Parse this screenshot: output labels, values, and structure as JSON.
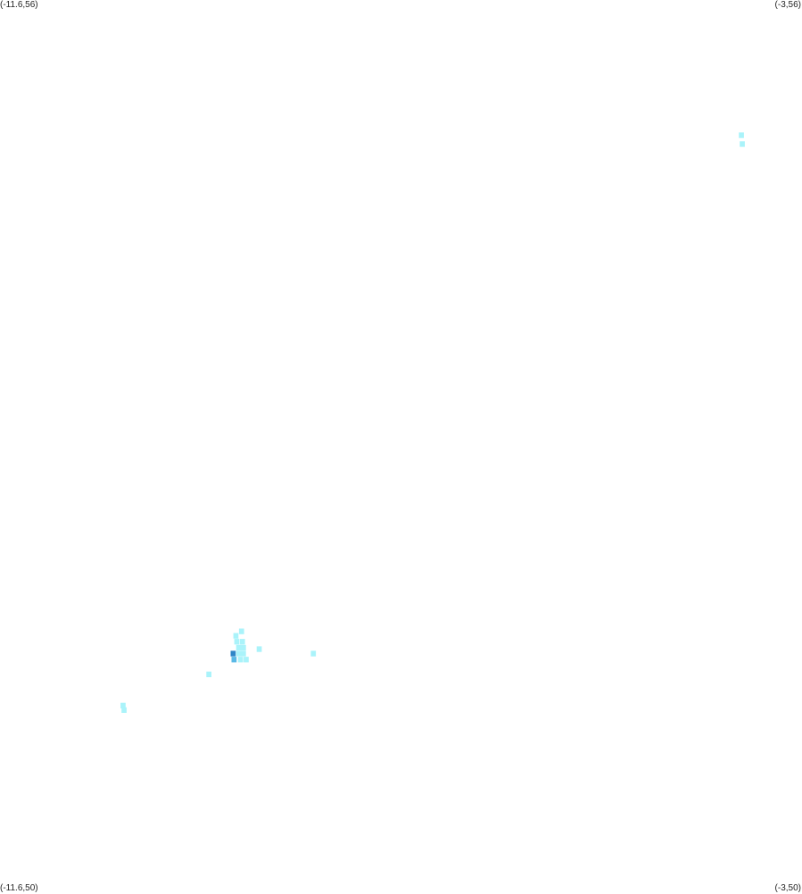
{
  "corners": {
    "top_left": "(-11.6,56)",
    "top_right": "(-3,56)",
    "bottom_left": "(-11.6,50)",
    "bottom_right": "(-3,50)"
  },
  "colors": {
    "background": "#ffffff",
    "low": "#aaf3fa",
    "mid": "#5ab9e6",
    "high": "#2f86c8",
    "label_text": "#222222"
  },
  "chart_data": {
    "type": "heatmap",
    "xlim": [
      -11.6,
      -3
    ],
    "ylim": [
      50,
      56
    ],
    "cell_size": [
      0.055,
      0.038
    ],
    "cells": [
      {
        "lon": -3.65,
        "lat": 55.09,
        "level": "low"
      },
      {
        "lon": -3.64,
        "lat": 55.03,
        "level": "low"
      },
      {
        "lon": -9.07,
        "lat": 51.72,
        "level": "low"
      },
      {
        "lon": -9.01,
        "lat": 51.75,
        "level": "low"
      },
      {
        "lon": -9.06,
        "lat": 51.68,
        "level": "low"
      },
      {
        "lon": -9.0,
        "lat": 51.68,
        "level": "low"
      },
      {
        "lon": -9.04,
        "lat": 51.64,
        "level": "low"
      },
      {
        "lon": -8.99,
        "lat": 51.64,
        "level": "low"
      },
      {
        "lon": -9.04,
        "lat": 51.6,
        "level": "low"
      },
      {
        "lon": -8.99,
        "lat": 51.6,
        "level": "low"
      },
      {
        "lon": -9.02,
        "lat": 51.56,
        "level": "low"
      },
      {
        "lon": -8.96,
        "lat": 51.56,
        "level": "low"
      },
      {
        "lon": -9.1,
        "lat": 51.6,
        "level": "high"
      },
      {
        "lon": -9.09,
        "lat": 51.56,
        "level": "mid"
      },
      {
        "lon": -8.82,
        "lat": 51.63,
        "level": "low"
      },
      {
        "lon": -8.24,
        "lat": 51.6,
        "level": "low"
      },
      {
        "lon": -9.36,
        "lat": 51.46,
        "level": "low"
      },
      {
        "lon": -10.28,
        "lat": 51.25,
        "level": "low"
      },
      {
        "lon": -10.27,
        "lat": 51.22,
        "level": "low"
      }
    ]
  }
}
